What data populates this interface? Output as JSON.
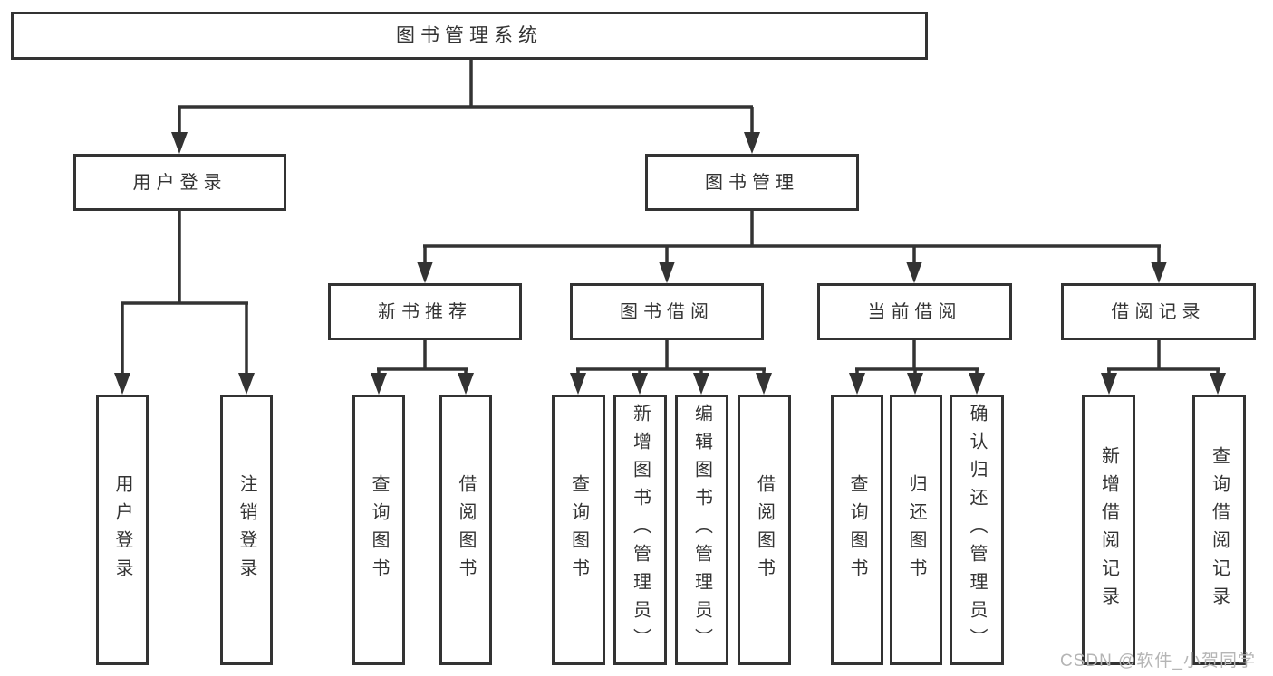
{
  "diagram": {
    "root": {
      "label": "图书管理系统"
    },
    "level2": [
      {
        "label": "用户登录"
      },
      {
        "label": "图书管理"
      }
    ],
    "level3": [
      {
        "label": "新书推荐"
      },
      {
        "label": "图书借阅"
      },
      {
        "label": "当前借阅"
      },
      {
        "label": "借阅记录"
      }
    ],
    "leaves": {
      "user": [
        "用户登录",
        "注销登录"
      ],
      "newbook": [
        "查询图书",
        "借阅图书"
      ],
      "borrow": [
        "查询图书",
        "新增图书（管理员）",
        "编辑图书（管理员）",
        "借阅图书"
      ],
      "current": [
        "查询图书",
        "归还图书",
        "确认归还（管理员）"
      ],
      "record": [
        "新增借阅记录",
        "查询借阅记录"
      ]
    }
  },
  "watermark": {
    "text": "CSDN @软件_小贺同学"
  },
  "colors": {
    "line": "#333333",
    "text": "#333333",
    "watermark": "#b5b5b5",
    "background": "#ffffff"
  }
}
